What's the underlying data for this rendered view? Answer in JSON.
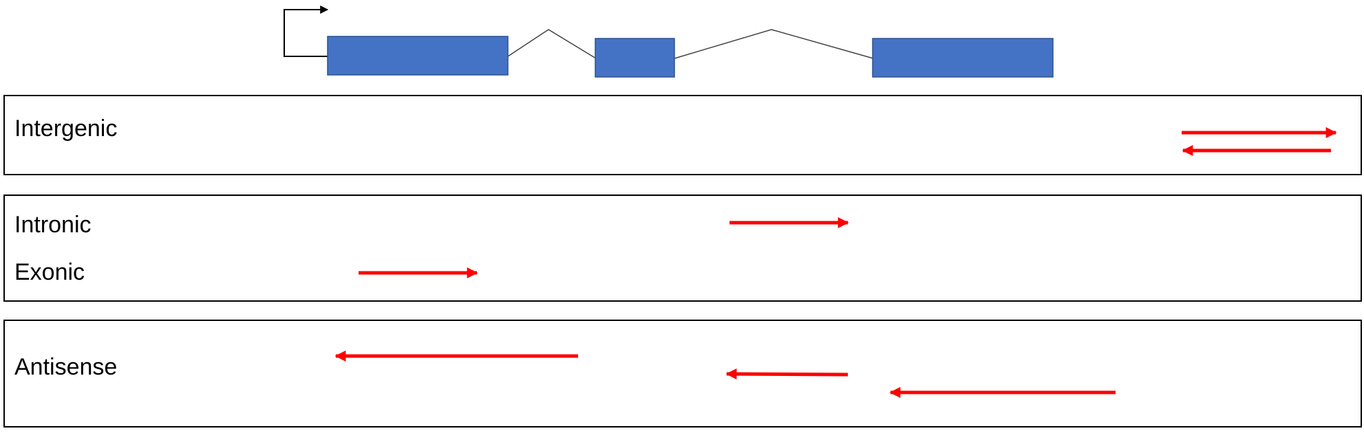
{
  "categories": [
    {
      "id": "intergenic",
      "label": "Intergenic"
    },
    {
      "id": "intronic",
      "label": "Intronic"
    },
    {
      "id": "exonic",
      "label": "Exonic"
    },
    {
      "id": "antisense",
      "label": "Antisense"
    }
  ],
  "colors": {
    "exon": "#4472C4",
    "exon_border": "#2F528F",
    "transcript_arrow": "#FF0000",
    "intron_line": "#404040",
    "panel_border": "#000000",
    "promoter_arrow": "#000000"
  },
  "icons": {
    "promoter": "bent-arrow-icon",
    "sense_transcript": "right-arrow-icon",
    "antisense_transcript": "left-arrow-icon"
  }
}
